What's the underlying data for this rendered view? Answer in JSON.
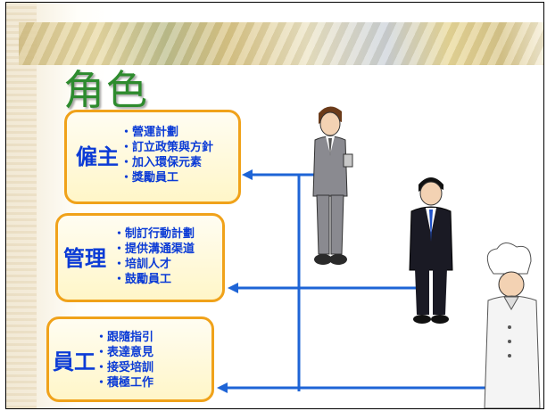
{
  "title": "角色",
  "roles": [
    {
      "name": "僱主",
      "items": [
        "營運計劃",
        "訂立政策與方針",
        "加入環保元素",
        "獎勵員工"
      ]
    },
    {
      "name": "管理",
      "items": [
        "制訂行動計劃",
        "提供溝通渠道",
        "培訓人才",
        "鼓勵員工"
      ]
    },
    {
      "name": "員工",
      "items": [
        "跟隨指引",
        "表達意見",
        "接受培訓",
        "積極工作"
      ]
    }
  ],
  "colors": {
    "title": "#2e8b2e",
    "role_text": "#0b3bd6",
    "box_border": "#f0a21a",
    "arrow": "#1e64d6"
  },
  "icons": [
    "businessman-figure",
    "manager-figure",
    "chef-figure"
  ]
}
